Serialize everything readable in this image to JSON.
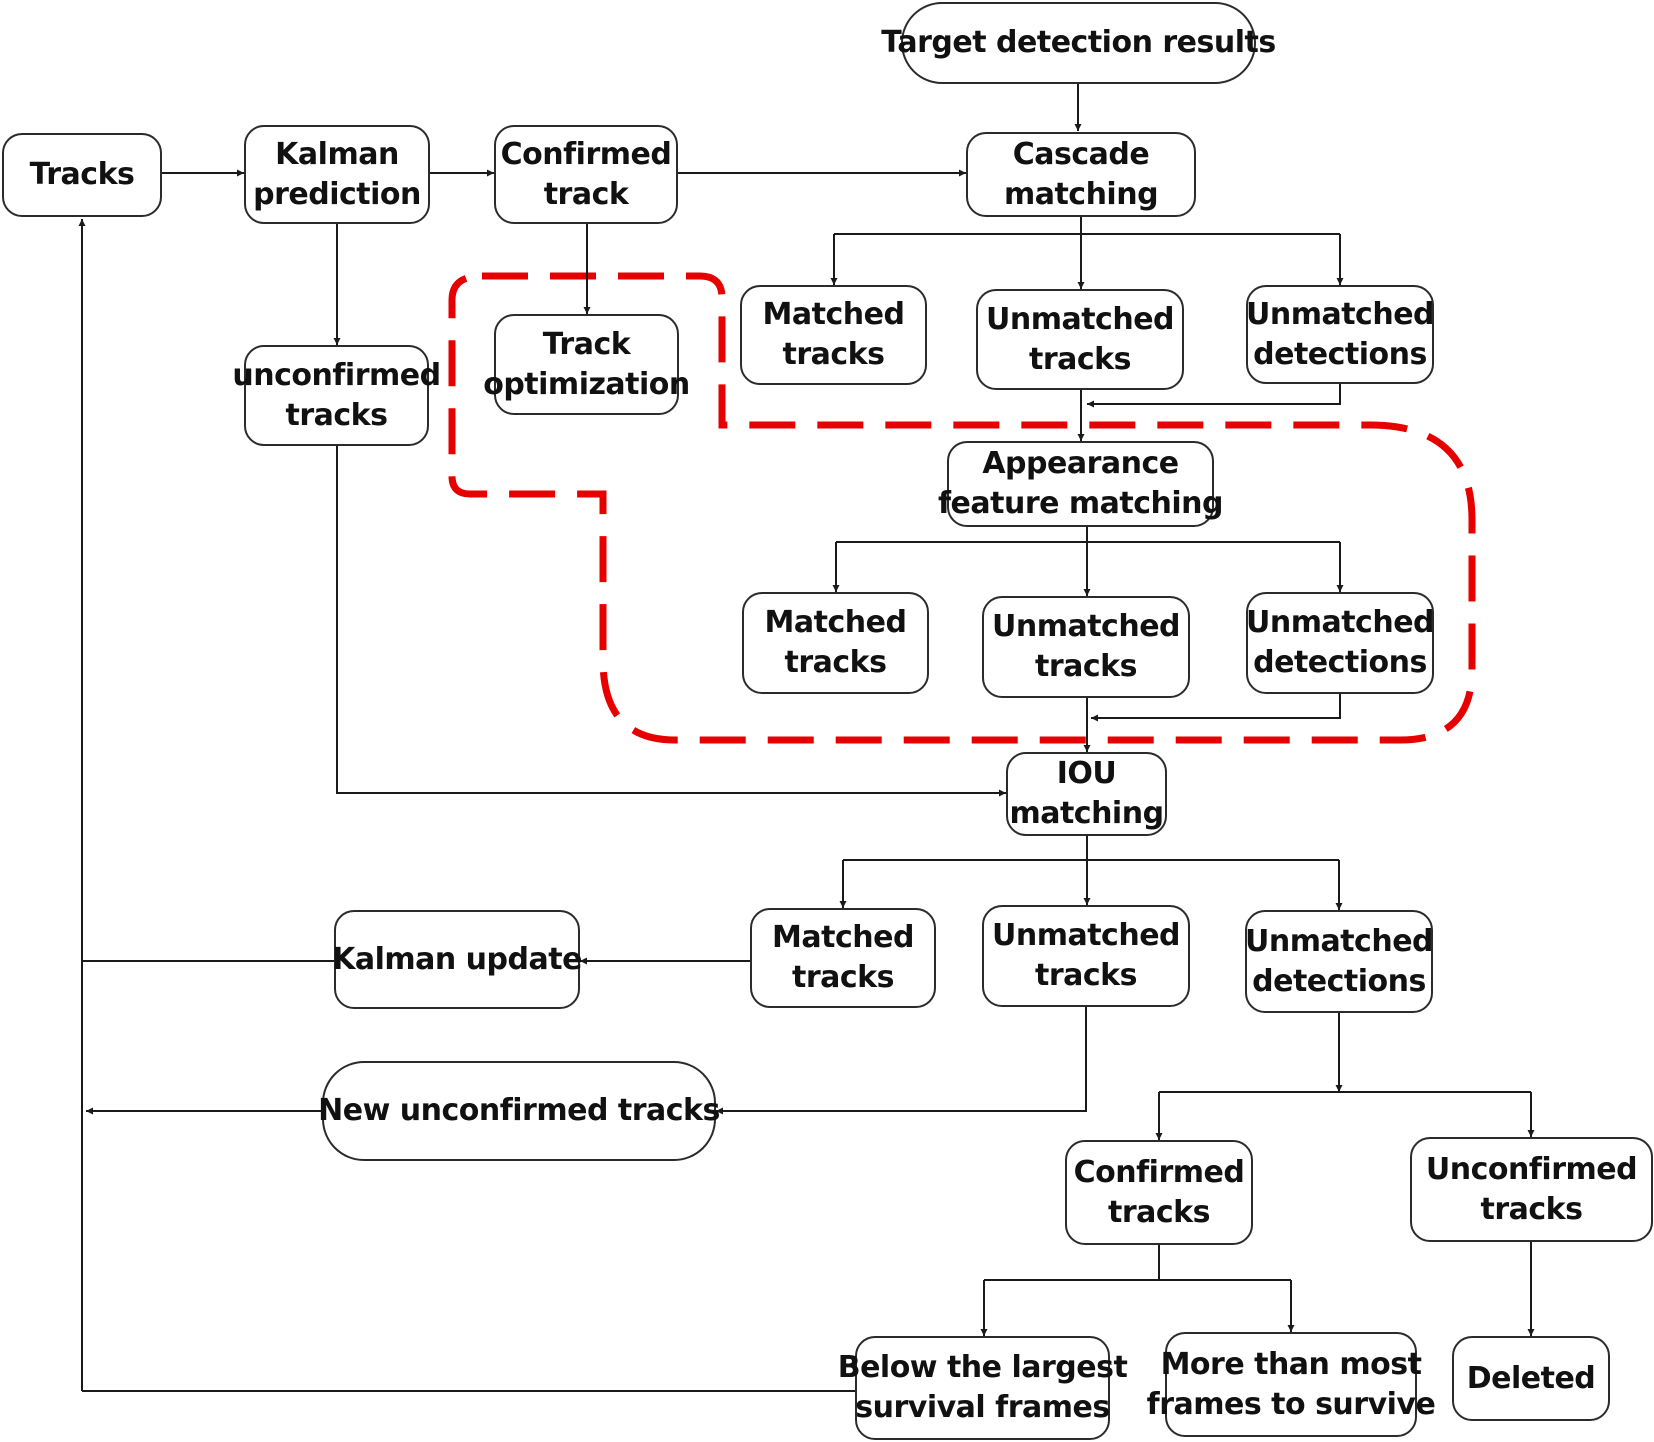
{
  "nodes": {
    "target_detection": [
      "Target detection results"
    ],
    "tracks": [
      "Tracks"
    ],
    "kalman_prediction": [
      "Kalman",
      "prediction"
    ],
    "confirmed_track": [
      "Confirmed",
      "track"
    ],
    "cascade_matching": [
      "Cascade",
      "matching"
    ],
    "track_optimization": [
      "Track",
      "optimization"
    ],
    "unconfirmed_tracks_top": [
      "unconfirmed",
      "tracks"
    ],
    "cascade_matched": [
      "Matched",
      "tracks"
    ],
    "cascade_unmatched_tracks": [
      "Unmatched",
      "tracks"
    ],
    "cascade_unmatched_detections": [
      "Unmatched",
      "detections"
    ],
    "appearance_matching": [
      "Appearance",
      "feature matching"
    ],
    "appearance_matched": [
      "Matched",
      "tracks"
    ],
    "appearance_unmatched_tracks": [
      "Unmatched",
      "tracks"
    ],
    "appearance_unmatched_detections": [
      "Unmatched",
      "detections"
    ],
    "iou_matching": [
      "IOU",
      "matching"
    ],
    "kalman_update": [
      "Kalman update"
    ],
    "iou_matched": [
      "Matched",
      "tracks"
    ],
    "iou_unmatched_tracks": [
      "Unmatched",
      "tracks"
    ],
    "iou_unmatched_detections": [
      "Unmatched",
      "detections"
    ],
    "new_unconfirmed": [
      "New unconfirmed tracks"
    ],
    "confirmed_tracks": [
      "Confirmed",
      "tracks"
    ],
    "unconfirmed_tracks_bottom": [
      "Unconfirmed",
      "tracks"
    ],
    "below_largest": [
      "Below the largest",
      "survival frames"
    ],
    "more_than_most": [
      "More than most",
      "frames to survive"
    ],
    "deleted": [
      "Deleted"
    ]
  },
  "colors": {
    "line": "#1a1a1a",
    "border": "#2b2b2b",
    "highlight": "#e60000"
  }
}
